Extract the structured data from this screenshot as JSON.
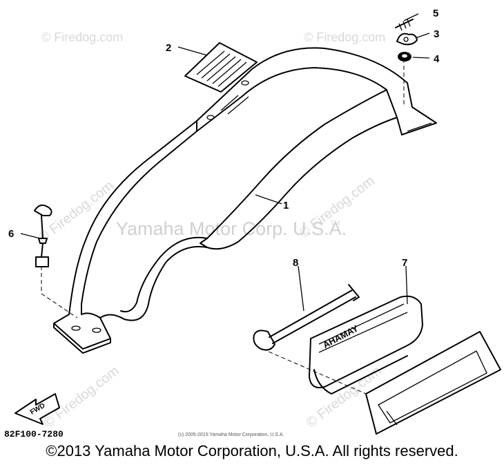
{
  "watermarks": {
    "firedog": "© Firedog.com",
    "center": "Yamaha Motor Corp. U.S.A.",
    "tm": "TM"
  },
  "callouts": [
    "2",
    "5",
    "3",
    "4",
    "6",
    "1",
    "8",
    "7"
  ],
  "box_label": "YAMAHA",
  "fwd_label": "FWD",
  "part_code": "82F100-7280",
  "small_copyright": "(c) 2005-2015 Yamaha Motor Corporation, U.S.A.",
  "footer": "©2013 Yamaha Motor Corporation, U.S.A. All rights reserved."
}
